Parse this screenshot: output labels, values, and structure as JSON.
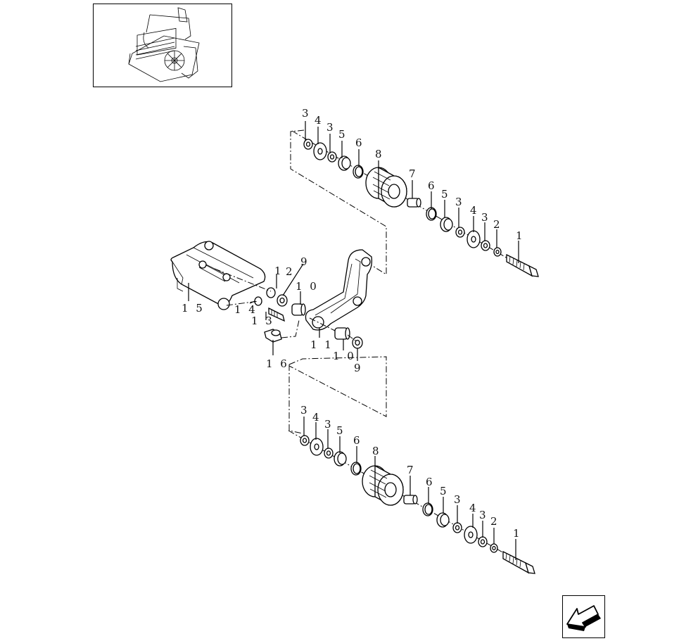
{
  "thumbnail": {
    "icon": "machine-overview-icon"
  },
  "nav": {
    "icon": "previous-page-arrow-icon"
  },
  "callouts": {
    "top_assembly": [
      "3",
      "4",
      "3",
      "5",
      "6",
      "8",
      "7",
      "6",
      "5",
      "3",
      "4",
      "3",
      "2",
      "1"
    ],
    "middle_assembly": [
      "1 5",
      "1",
      "1 4",
      "1 3",
      "1 6",
      "2",
      "9",
      "1 0",
      "1 1",
      "1 0",
      "9"
    ],
    "bottom_assembly": [
      "3",
      "4",
      "3",
      "5",
      "6",
      "8",
      "7",
      "6",
      "5",
      "3",
      "4",
      "3",
      "2",
      "1"
    ]
  }
}
